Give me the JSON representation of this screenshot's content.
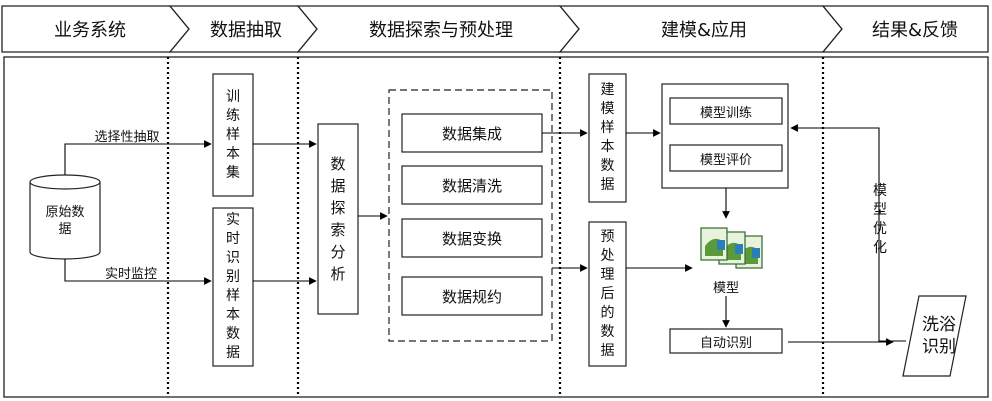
{
  "stages": [
    "业务系统",
    "数据抽取",
    "数据探索与预处理",
    "建模&应用",
    "结果&反馈"
  ],
  "nodes": {
    "source": "原始数据",
    "train_sample": "训练样本集",
    "realtime_sample": "实时识别样本数据",
    "explore": "数据探索分析",
    "steps": [
      "数据集成",
      "数据清洗",
      "数据变换",
      "数据规约"
    ],
    "model_sample": "建模样本数据",
    "preprocessed": "预处理后的数据",
    "model_train": "模型训练",
    "model_eval": "模型评价",
    "model": "模型",
    "auto_recognize": "自动识别",
    "result": "洗浴识别",
    "optimize": "模型优化"
  },
  "edges": {
    "selective": "选择性抽取",
    "realtime": "实时监控"
  }
}
